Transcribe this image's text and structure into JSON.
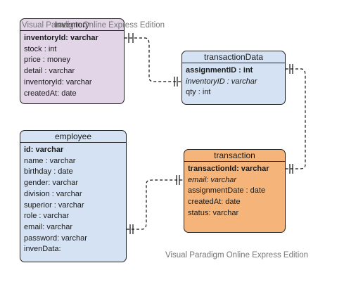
{
  "entities": {
    "inventory": {
      "title": "Inventory",
      "fields": [
        "inventoryId: varchar",
        "stock : int",
        "price : money",
        "detail : varchar",
        "inventoryId: varchar",
        "createdAt: date"
      ],
      "color": "#e2d5e8"
    },
    "transactionData": {
      "title": "transactionData",
      "fields": [
        "assignmentID : int",
        "inventoryID : varchar",
        "qty : int"
      ],
      "color": "#d4e2f4"
    },
    "employee": {
      "title": "employee",
      "fields": [
        "id: varchar",
        "name : varchar",
        "birthday : date",
        "gender: varchar",
        "division : varchar",
        "superior : varchar",
        "role : varchar",
        "email: varchar",
        "password: varchar",
        "invenData:"
      ],
      "color": "#d4e2f4"
    },
    "transaction": {
      "title": "transaction",
      "fields": [
        "transactionId: varchar",
        "email: varchar",
        "assignmentDate : date",
        "createdAt: date",
        "status: varchar"
      ],
      "color": "#f4b47a"
    }
  },
  "watermarks": {
    "top": "Visual Paradigm Online Express Edition",
    "bottom": "Visual Paradigm Online Express Edition"
  }
}
